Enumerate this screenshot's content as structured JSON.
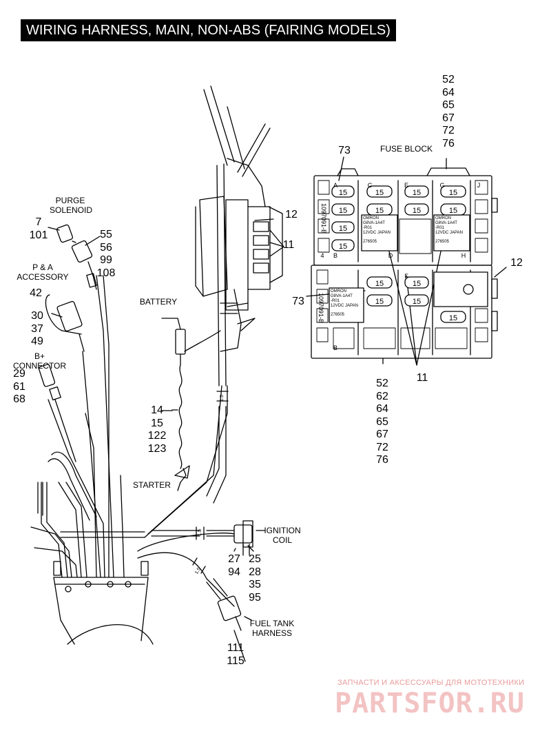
{
  "title": "WIRING HARNESS, MAIN, NON-ABS (FAIRING MODELS)",
  "labels": {
    "purge_solenoid": [
      "PURGE",
      "SOLENOID"
    ],
    "pa_accessory": [
      "P & A",
      "ACCESSORY"
    ],
    "b_plus_connector": "B+ CONNECTOR",
    "battery": "BATTERY",
    "starter": "STARTER",
    "ignition_coil": [
      "IGNITION",
      "COIL"
    ],
    "fuel_tank_harness": [
      "FUEL TANK",
      "HARNESS"
    ],
    "fuse_block": "FUSE BLOCK"
  },
  "callouts": {
    "purge_solenoid_refs": [
      "7",
      "101"
    ],
    "purge_valve_refs": [
      "55",
      "56",
      "99",
      "108"
    ],
    "pa_accessory_refs": [
      "42"
    ],
    "pa_connector_refs": [
      "30",
      "37",
      "49"
    ],
    "b_plus_refs": [
      "29",
      "61",
      "68"
    ],
    "battery_cable_refs": [
      "14",
      "15",
      "122",
      "123"
    ],
    "bracket_ref": "12",
    "relay_ref": "11",
    "ignition_coil_left_refs": [
      "27",
      "94"
    ],
    "ignition_coil_right_refs": [
      "25",
      "28",
      "35",
      "95"
    ],
    "fuel_tank_refs": [
      "111",
      "115"
    ],
    "fuse_block_top_refs": [
      "52",
      "64",
      "65",
      "67",
      "72",
      "76"
    ],
    "fuse_block_bottom_refs": [
      "52",
      "62",
      "64",
      "65",
      "67",
      "72",
      "76"
    ],
    "fuse_block_side_ref": "12",
    "fuse_ref_top": "73",
    "fuse_ref_mid": "73",
    "relay_ref_bottom": "11"
  },
  "fuse_block": {
    "fuse_value": "15",
    "relay_brand": "OMRON",
    "relay_model": [
      "G8VA-1A4T",
      "-R01"
    ],
    "relay_voltage": "12VDC",
    "relay_origin": "JAPAN",
    "relay_part_top": "276505",
    "relay_part_bottom": "276505",
    "part_code": "1097091-B",
    "column_letters_top": [
      "A",
      "C",
      "E",
      "G",
      "J"
    ],
    "column_letters_top_row2": [
      "B",
      "D",
      "F",
      "H"
    ],
    "row_marks": [
      "4",
      "B"
    ]
  },
  "wire_marks": [
    "1.5",
    "1.5",
    "1.5"
  ],
  "watermark": {
    "tagline": "ЗАПЧАСТИ И АКСЕССУАРЫ ДЛЯ МОТОТЕХНИКИ",
    "brand": "PARTSFOR.RU"
  }
}
